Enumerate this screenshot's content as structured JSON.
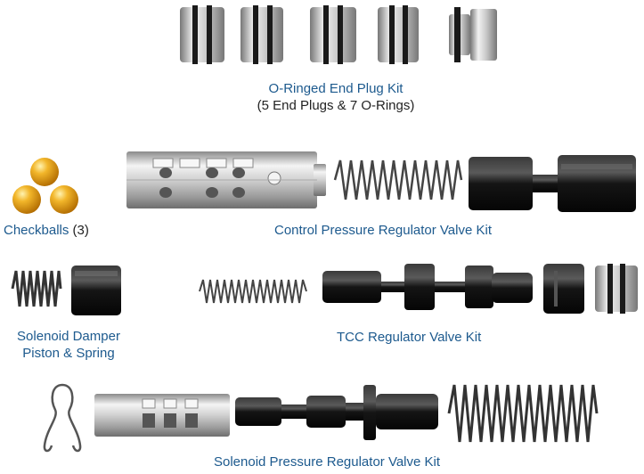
{
  "colors": {
    "label_blue": "#1d5a8e",
    "label_dark": "#222222",
    "metal_light": "#e6e6e6",
    "metal_dark": "#7d7d7d",
    "black_part": "#111111",
    "checkball": "#e8a010"
  },
  "kits": {
    "end_plug": {
      "title": "O-Ringed End Plug Kit",
      "subtitle": "(5 End Plugs & 7 O-Rings)"
    },
    "checkballs": {
      "title": "Checkballs",
      "count": "(3)"
    },
    "control_pressure": {
      "title": "Control Pressure Regulator Valve Kit"
    },
    "solenoid_damper": {
      "title_line1": "Solenoid Damper",
      "title_line2": "Piston & Spring"
    },
    "tcc": {
      "title": "TCC Regulator Valve Kit"
    },
    "solenoid_pressure": {
      "title": "Solenoid Pressure Regulator Valve Kit"
    }
  }
}
